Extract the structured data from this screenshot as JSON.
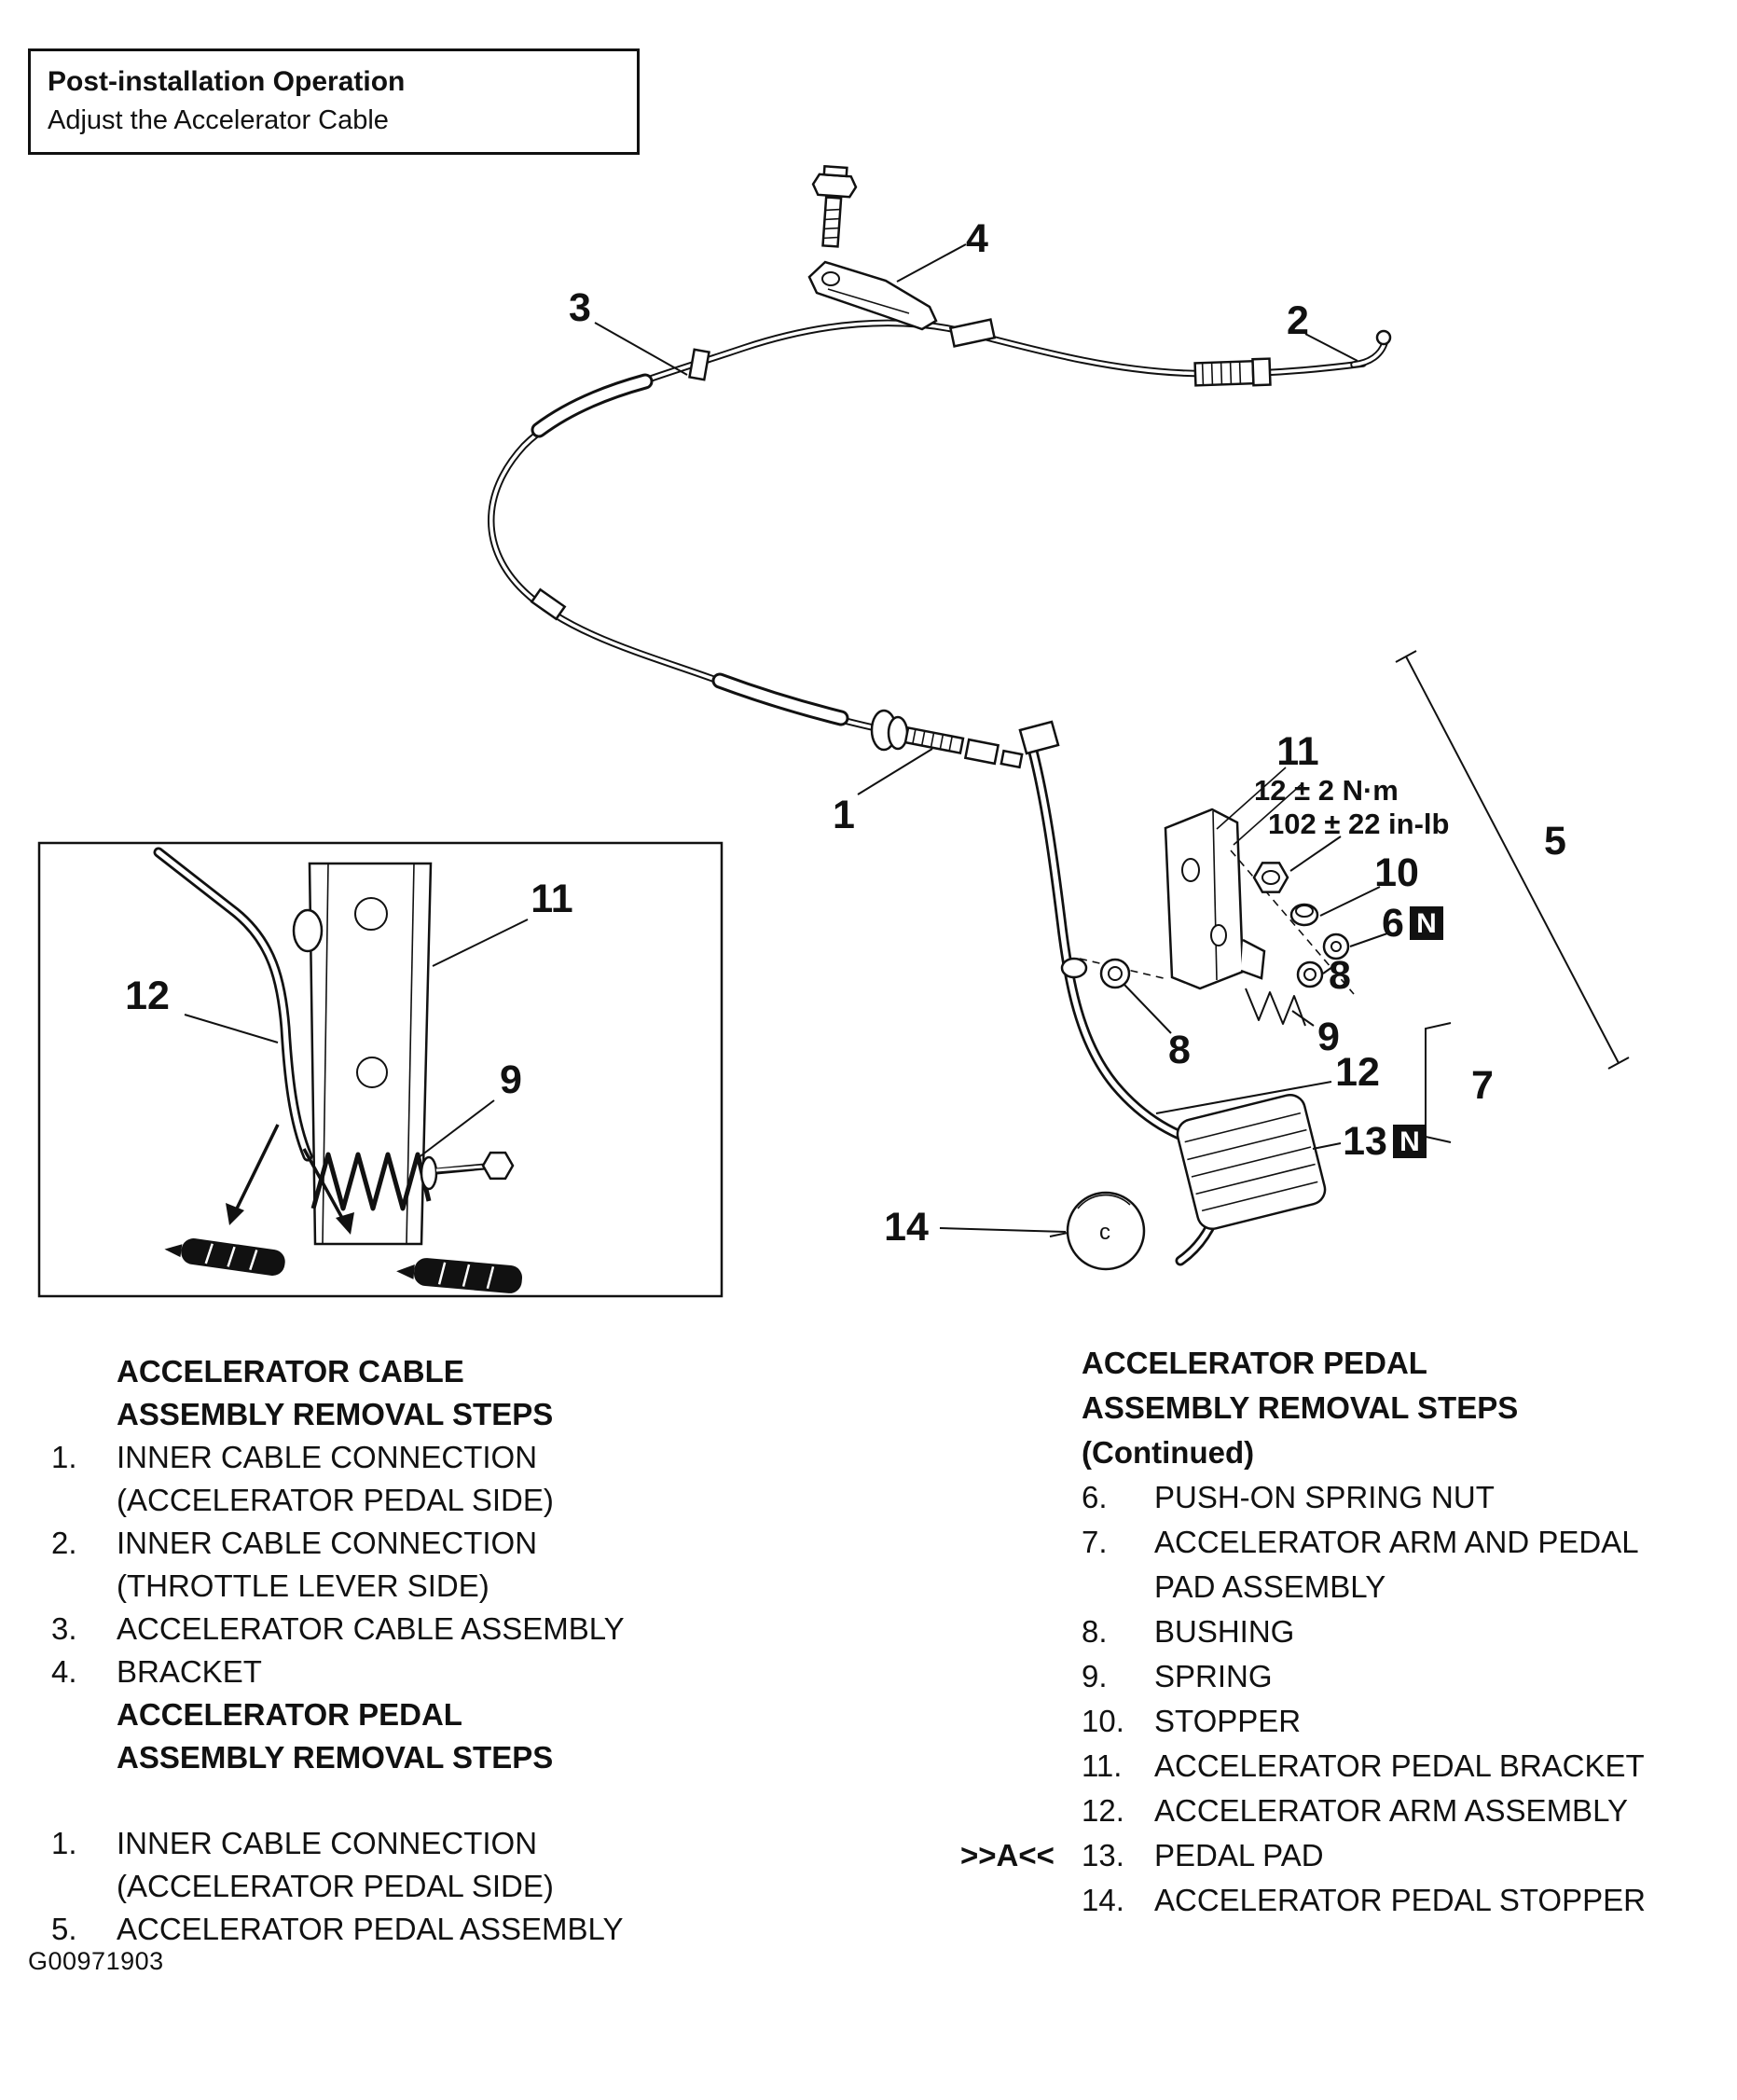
{
  "figure_code": "G00971903",
  "header_box": {
    "title": "Post-installation Operation",
    "subtitle": "Adjust the Accelerator Cable"
  },
  "diagram": {
    "callouts": {
      "n1": "1",
      "n2": "2",
      "n3": "3",
      "n4": "4",
      "n5": "5",
      "n6": "6",
      "n7": "7",
      "n8": "8",
      "n9": "9",
      "n10": "10",
      "n11": "11",
      "n12": "12",
      "n13": "13",
      "n14": "14"
    },
    "torque": {
      "line1": "12 ± 2 N·m",
      "line2": "102 ± 22 in-lb"
    },
    "badge_n": "N",
    "stopper_mark": "c"
  },
  "left_column": {
    "cable_section": {
      "title_line1": "ACCELERATOR CABLE",
      "title_line2": "ASSEMBLY REMOVAL STEPS",
      "items": [
        {
          "num": "1.",
          "line1": "INNER CABLE CONNECTION",
          "line2": "(ACCELERATOR PEDAL SIDE)"
        },
        {
          "num": "2.",
          "line1": "INNER CABLE CONNECTION",
          "line2": "(THROTTLE LEVER SIDE)"
        },
        {
          "num": "3.",
          "line1": "ACCELERATOR CABLE ASSEMBLY"
        },
        {
          "num": "4.",
          "line1": "BRACKET"
        }
      ]
    },
    "pedal_section": {
      "title_line1": "ACCELERATOR PEDAL",
      "title_line2": "ASSEMBLY REMOVAL STEPS",
      "items": [
        {
          "num": "1.",
          "line1": "INNER CABLE CONNECTION",
          "line2": "(ACCELERATOR PEDAL SIDE)"
        },
        {
          "num": "5.",
          "line1": "ACCELERATOR PEDAL ASSEMBLY"
        }
      ]
    }
  },
  "right_column": {
    "title_line1": "ACCELERATOR PEDAL",
    "title_line2": "ASSEMBLY REMOVAL STEPS",
    "title_line3": "(Continued)",
    "items": [
      {
        "num": "6.",
        "line1": "PUSH-ON SPRING NUT"
      },
      {
        "num": "7.",
        "line1": "ACCELERATOR ARM AND PEDAL",
        "line2": "PAD ASSEMBLY"
      },
      {
        "num": "8.",
        "line1": "BUSHING"
      },
      {
        "num": "9.",
        "line1": "SPRING"
      },
      {
        "num": "10.",
        "line1": "STOPPER"
      },
      {
        "num": "11.",
        "line1": "ACCELERATOR PEDAL BRACKET"
      },
      {
        "num": "12.",
        "line1": "ACCELERATOR ARM ASSEMBLY"
      },
      {
        "num": "13.",
        "line1": "PEDAL PAD",
        "marker": ">>A<<"
      },
      {
        "num": "14.",
        "line1": "ACCELERATOR PEDAL STOPPER"
      }
    ]
  }
}
